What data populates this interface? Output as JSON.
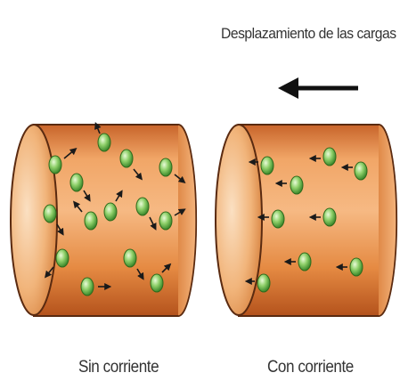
{
  "title": "Desplazamiento de las cargas",
  "left_caption": "Sin corriente",
  "right_caption": "Con corriente",
  "colors": {
    "conductor_light": "#f7c08c",
    "conductor_mid": "#e8883f",
    "conductor_dark": "#b4521c",
    "outline": "#5a2a10",
    "charge_fill": "#8fd06a",
    "charge_dark": "#2f7d22",
    "arrow": "#1a1a1a"
  },
  "icons": {
    "direction_arrow": "arrow-left-icon",
    "charge": "charge-icon"
  }
}
